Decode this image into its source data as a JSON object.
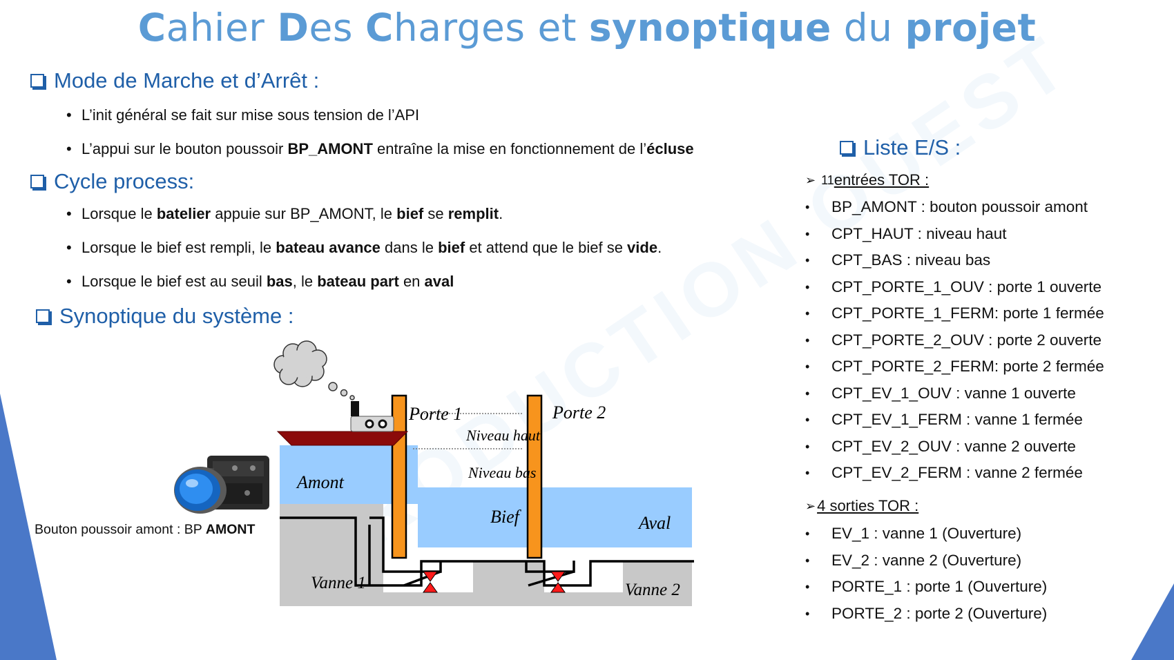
{
  "title": {
    "w1a": "C",
    "w1b": "ahier ",
    "w2a": "D",
    "w2b": "es ",
    "w3a": "C",
    "w3b": "harges et ",
    "w4": "synoptique",
    "w5": " du ",
    "w6": "projet"
  },
  "watermark": "PRODUCTION OUEST",
  "sections": {
    "mode": "Mode de Marche et d’Arrêt :",
    "cycle": "Cycle process:",
    "synoptique": "Synoptique du système :",
    "liste": "Liste E/S :"
  },
  "mode_items": {
    "i1": "L’init général se fait sur mise sous tension de l’API",
    "i2_a": "L’appui sur le bouton poussoir ",
    "i2_b": "BP_AMONT",
    "i2_c": " entraîne la mise en fonctionnement de l’",
    "i2_d": "écluse"
  },
  "cycle_items": {
    "i1_a": "Lorsque le ",
    "i1_b": "batelier",
    "i1_c": " appuie sur BP_AMONT, le ",
    "i1_d": "bief",
    "i1_e": " se ",
    "i1_f": "remplit",
    "i1_g": ".",
    "i2_a": "Lorsque le bief est rempli, le ",
    "i2_b": "bateau avance",
    "i2_c": " dans le ",
    "i2_d": "bief",
    "i2_e": " et attend que le bief se ",
    "i2_f": "vide",
    "i2_g": ".",
    "i3_a": "Lorsque le bief est au seuil ",
    "i3_b": "bas",
    "i3_c": ", le ",
    "i3_d": "bateau part",
    "i3_e": " en ",
    "i3_f": "aval"
  },
  "caption": {
    "text": "Bouton poussoir amont : BP ",
    "bold": "AMONT"
  },
  "diagram": {
    "porte1": "Porte 1",
    "porte2": "Porte 2",
    "niveau_haut": "Niveau haut",
    "niveau_bas": "Niveau bas",
    "amont": "Amont",
    "bief": "Bief",
    "aval": "Aval",
    "vanne1": "Vanne 1",
    "vanne2": "Vanne 2"
  },
  "io": {
    "inputs_count": "11",
    "inputs_label": " entrées TOR :",
    "inputs": [
      "BP_AMONT : bouton poussoir amont",
      "CPT_HAUT : niveau haut",
      "CPT_BAS : niveau bas",
      "CPT_PORTE_1_OUV : porte 1 ouverte",
      "CPT_PORTE_1_FERM: porte 1 fermée",
      "CPT_PORTE_2_OUV : porte 2 ouverte",
      "CPT_PORTE_2_FERM: porte 2 fermée",
      "CPT_EV_1_OUV : vanne 1 ouverte",
      "CPT_EV_1_FERM : vanne 1 fermée",
      "CPT_EV_2_OUV : vanne 2 ouverte",
      "CPT_EV_2_FERM : vanne 2 fermée"
    ],
    "outputs_label": "4 sorties TOR :",
    "outputs": [
      "EV_1 : vanne 1 (Ouverture)",
      "EV_2 : vanne 2 (Ouverture)",
      "PORTE_1 : porte 1 (Ouverture)",
      "PORTE_2 : porte 2 (Ouverture)"
    ]
  },
  "colors": {
    "title": "#5b9bd5",
    "section": "#1f5fa8",
    "water": "#99ccff",
    "ground": "#c8c8c8",
    "gate": "#f7941d",
    "valve": "#ff1a1a",
    "hull": "#8b0a0a",
    "corner": "#4a78c8"
  }
}
